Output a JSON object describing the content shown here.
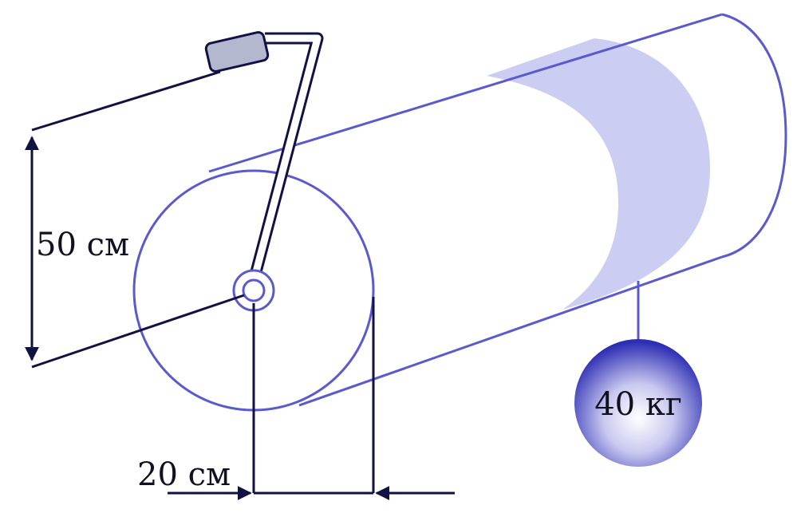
{
  "labels": {
    "crank_length": "50 см",
    "drum_radius": "20 см",
    "load_mass": "40 кг"
  },
  "colors": {
    "outline": "#5a5ad0",
    "dimension_line": "#111144",
    "shading": "#cccdf2",
    "handle_grip": "#b4b8cf",
    "weight_highlight": "#ffffff",
    "weight_shadow": "#2a2ab0"
  }
}
